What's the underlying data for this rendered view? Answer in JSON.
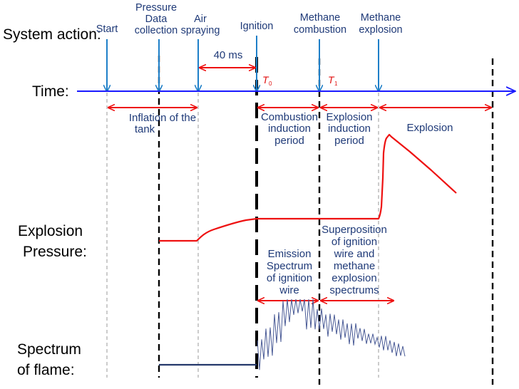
{
  "row_labels": {
    "system_action": "System action:",
    "time": "Time:",
    "explosion_pressure": [
      "Explosion",
      "Pressure:"
    ],
    "spectrum": [
      "Spectrum",
      "of flame:"
    ]
  },
  "actions": {
    "start": [
      "Start"
    ],
    "pressure_collection": [
      "Pressure",
      "Data",
      "collection"
    ],
    "air_spraying": [
      "Air",
      "spraying"
    ],
    "ignition": [
      "Ignition"
    ],
    "methane_combustion": [
      "Methane",
      "combustion"
    ],
    "methane_explosion": [
      "Methane",
      "explosion"
    ]
  },
  "interval_label": "40 ms",
  "time_marks": {
    "t0": "T",
    "t0_sub": "0",
    "t1": "T",
    "t1_sub": "1"
  },
  "phases": {
    "inflation": [
      "Inflation of the",
      "tank"
    ],
    "combustion_induction": [
      "Combustion",
      "induction",
      "period"
    ],
    "explosion_induction": [
      "Explosion",
      "induction",
      "period"
    ],
    "explosion": [
      "Explosion"
    ],
    "emission": [
      "Emission",
      "Spectrum",
      "of ignition",
      "wire"
    ],
    "superposition": [
      "Superposition",
      "of ignition",
      "wire and",
      "methane",
      "explosion",
      "spectrums"
    ]
  },
  "colors": {
    "time_axis": "#1a1aff",
    "action_arrow": "#1e7fc8",
    "phase_arrow": "#ee1111",
    "pressure_curve": "#ee1111",
    "spectrum_curve": "#3d4f8c",
    "label_blue": "#1f3a78"
  }
}
